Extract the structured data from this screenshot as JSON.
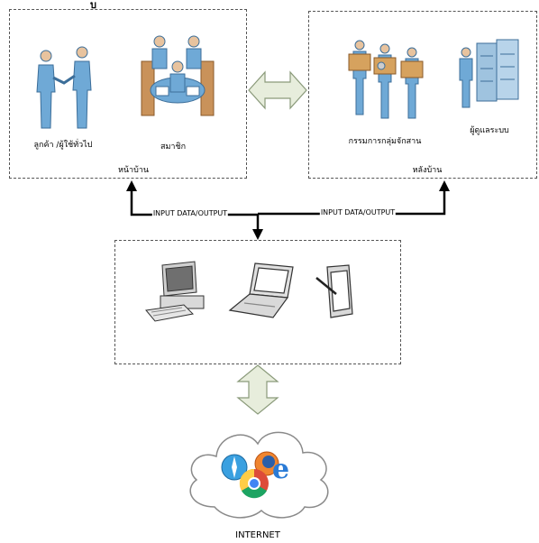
{
  "corner_char": "บ",
  "frontend": {
    "customer_label": "ลูกค้า /ผู้ใช้ทั่วไป",
    "member_label": "สมาชิก",
    "box_label": "หน้าบ้าน"
  },
  "backend": {
    "committee_label": "กรรมการกลุ่มจักสาน",
    "admin_label": "ผู้ดูแลระบบ",
    "box_label": "หลังบ้าน"
  },
  "io_left_label": "INPUT DATA/OUTPUT",
  "io_right_label": "INPUT DATA/OUTPUT",
  "internet_label": "INTERNET",
  "colors": {
    "person_blue": "#6fa9d6",
    "person_dark": "#3c6e99",
    "arrow_fill": "#e7eddc",
    "arrow_stroke": "#8a9a7a",
    "cloud_stroke": "#8a8a8a"
  }
}
